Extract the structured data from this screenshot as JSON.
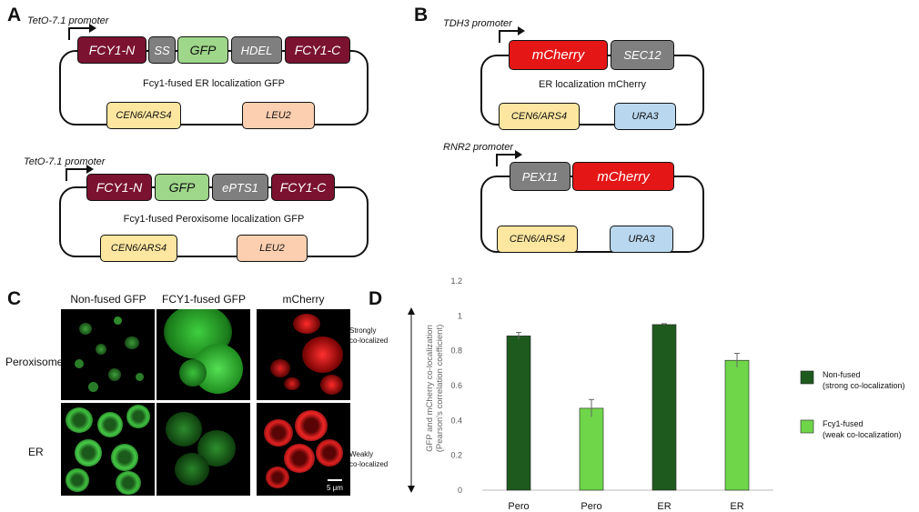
{
  "panels": {
    "a": "A",
    "b": "B",
    "c": "C",
    "d": "D"
  },
  "a1": {
    "promoter": "TetO-7.1 promoter",
    "g1": "FCY1-N",
    "g2": "SS",
    "g3": "GFP",
    "g4": "HDEL",
    "g5": "FCY1-C",
    "name": "Fcy1-fused ER localization GFP",
    "m1": "CEN6/ARS4",
    "m2": "LEU2"
  },
  "a2": {
    "promoter": "TetO-7.1 promoter",
    "g1": "FCY1-N",
    "g2": "GFP",
    "g3": "ePTS1",
    "g4": "FCY1-C",
    "name": "Fcy1-fused Peroxisome localization GFP",
    "m1": "CEN6/ARS4",
    "m2": "LEU2"
  },
  "b1": {
    "promoter": "TDH3 promoter",
    "g1": "mCherry",
    "g2": "SEC12",
    "name": "ER localization mCherry",
    "m1": "CEN6/ARS4",
    "m2": "URA3"
  },
  "b2": {
    "promoter": "RNR2 promoter",
    "g1": "PEX11",
    "g2": "mCherry",
    "m1": "CEN6/ARS4",
    "m2": "URA3"
  },
  "c": {
    "col1": "Non-fused GFP",
    "col2": "FCY1-fused GFP",
    "col3": "mCherry",
    "row1": "Peroxisome",
    "row2": "ER",
    "scale": "5 μm"
  },
  "d": {
    "strong": "Strongly\nco-localized",
    "weak": "Weakly\nco-localized"
  },
  "chart_data": {
    "type": "bar",
    "categories": [
      "Pero",
      "Pero",
      "ER",
      "ER"
    ],
    "values": [
      0.885,
      0.47,
      0.95,
      0.745
    ],
    "errors": [
      0.02,
      0.05,
      0.005,
      0.04
    ],
    "bar_colors": [
      "#1e5a1e",
      "#6fd64a",
      "#1e5a1e",
      "#6fd64a"
    ],
    "ylabel": "GFP and mCherry co-localization\n(Pearson's correlation coefficient)",
    "ylim": [
      0,
      1.2
    ],
    "yticks": [
      "0",
      "0.2",
      "0.4",
      "0.6",
      "0.8",
      "1",
      "1.2"
    ],
    "legend": [
      {
        "label": "Non-fused\n(strong co-localization)",
        "color": "#1e5a1e"
      },
      {
        "label": "Fcy1-fused\n(weak co-localization)",
        "color": "#6fd64a"
      }
    ]
  }
}
